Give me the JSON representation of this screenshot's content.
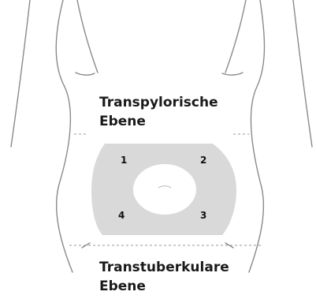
{
  "labels": {
    "transpyloric_line1": "Transpylorische",
    "transpyloric_line2": "Ebene",
    "transtubercular_line1": "Transtuberkulare",
    "transtubercular_line2": "Ebene"
  },
  "regions": [
    "1",
    "2",
    "3",
    "4"
  ],
  "colors": {
    "outline": "#8a8a8a",
    "region_fill": "#d9d9d9",
    "center_fill": "#ffffff",
    "text": "#1a1a1a",
    "plane_line": "#9a9a9a"
  }
}
